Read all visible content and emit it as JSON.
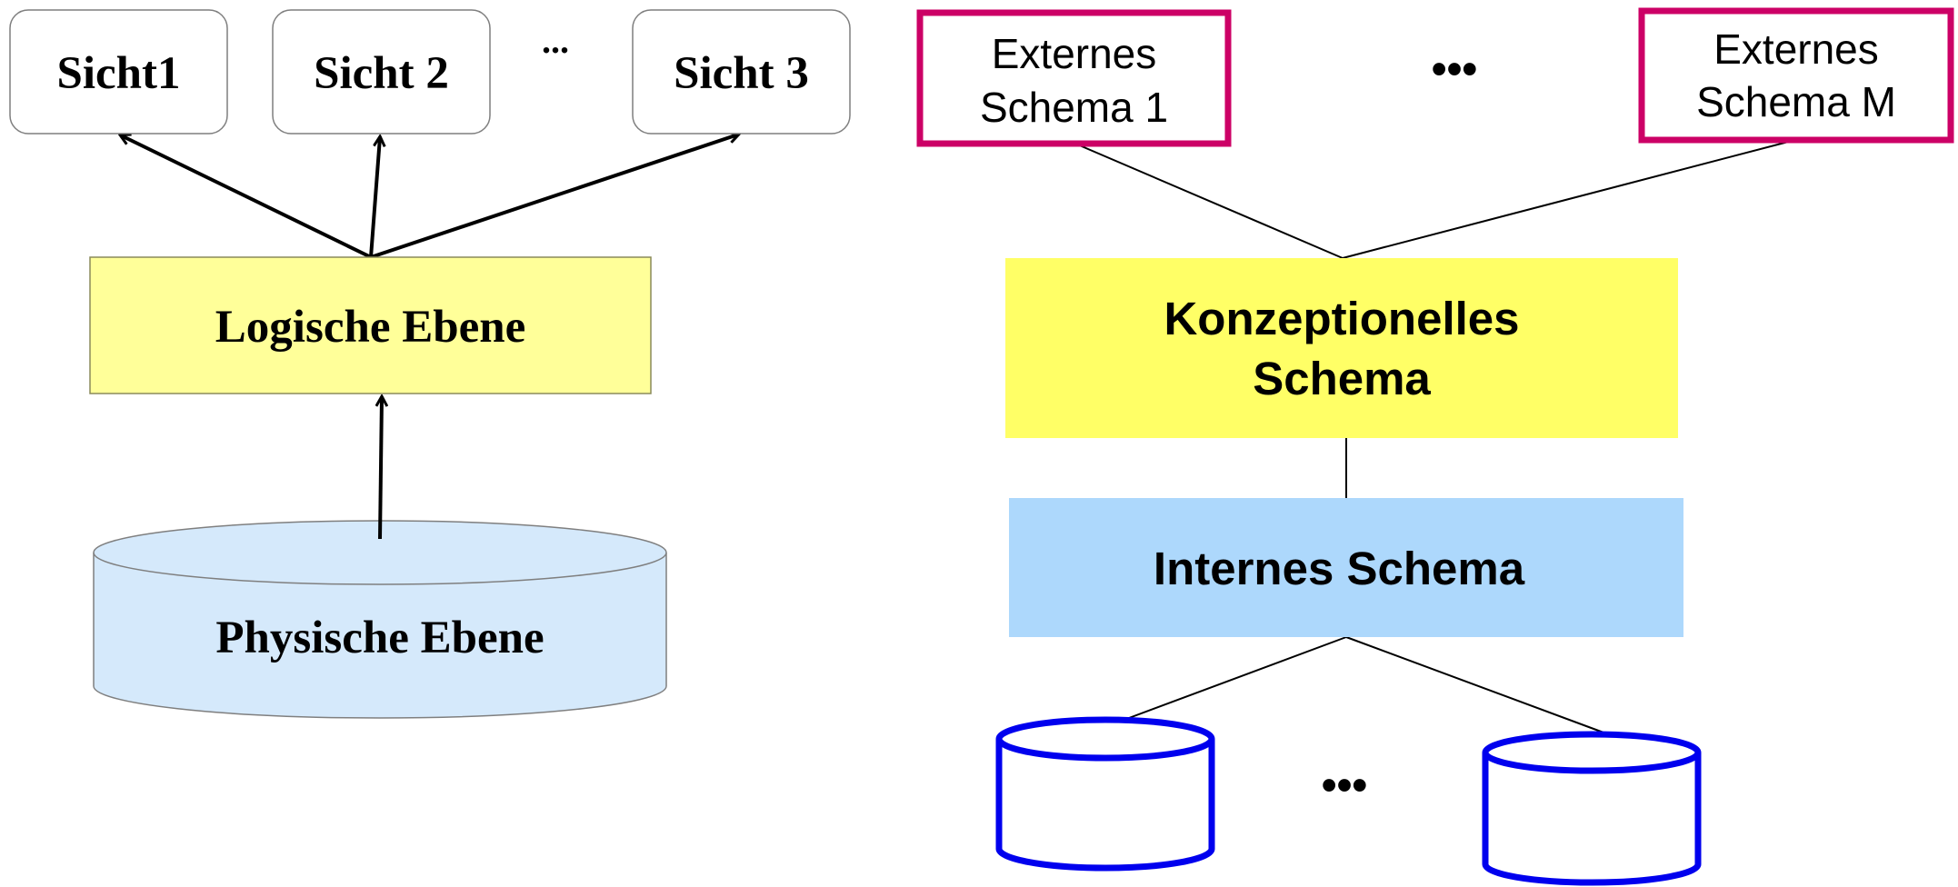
{
  "left": {
    "views": [
      "Sicht1",
      "Sicht 2",
      "Sicht 3"
    ],
    "views_ellipsis": "...",
    "logical_level": "Logische Ebene",
    "physical_level": "Physische Ebene"
  },
  "right": {
    "external_schemas": [
      {
        "line1": "Externes",
        "line2": "Schema 1"
      },
      {
        "line1": "Externes",
        "line2": "Schema M"
      }
    ],
    "external_ellipsis": "•••",
    "conceptual_line1": "Konzeptionelles",
    "conceptual_line2": "Schema",
    "internal_schema": "Internes Schema",
    "storage_ellipsis": "•••"
  },
  "colors": {
    "view_box_border": "#7f7f7f",
    "logical_fill": "#ffff99",
    "physical_fill": "#d5e9fb",
    "external_border": "#cc0066",
    "conceptual_fill": "#ffff66",
    "internal_fill": "#add8fc",
    "storage_stroke": "#0000ee"
  }
}
